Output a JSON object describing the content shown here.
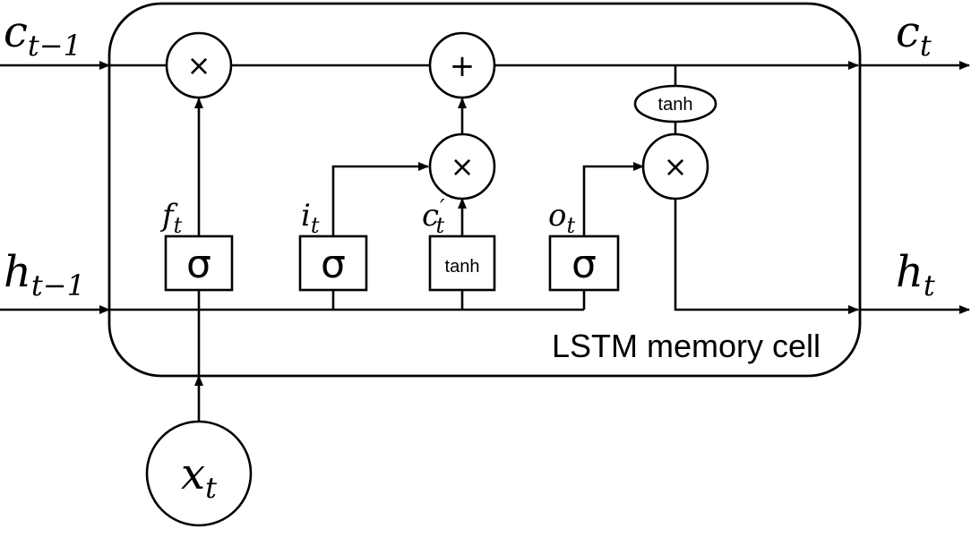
{
  "inputs": {
    "c_prev": {
      "base": "c",
      "sub": "t−1"
    },
    "h_prev": {
      "base": "h",
      "sub": "t−1"
    },
    "x": {
      "base": "x",
      "sub": "t"
    }
  },
  "outputs": {
    "c": {
      "base": "c",
      "sub": "t"
    },
    "h": {
      "base": "h",
      "sub": "t"
    }
  },
  "gates": {
    "forget": {
      "symbol": "σ",
      "label_base": "f",
      "label_sub": "t"
    },
    "input": {
      "symbol": "σ",
      "label_base": "i",
      "label_sub": "t"
    },
    "candidate": {
      "symbol": "tanh",
      "label_base": "c",
      "label_sup": "′",
      "label_sub": "t"
    },
    "output": {
      "symbol": "σ",
      "label_base": "o",
      "label_sub": "t"
    }
  },
  "operators": {
    "forget_mul": "×",
    "state_add": "+",
    "input_mul": "×",
    "output_mul": "×"
  },
  "state_tanh": "tanh",
  "cell_label": "LSTM memory cell"
}
